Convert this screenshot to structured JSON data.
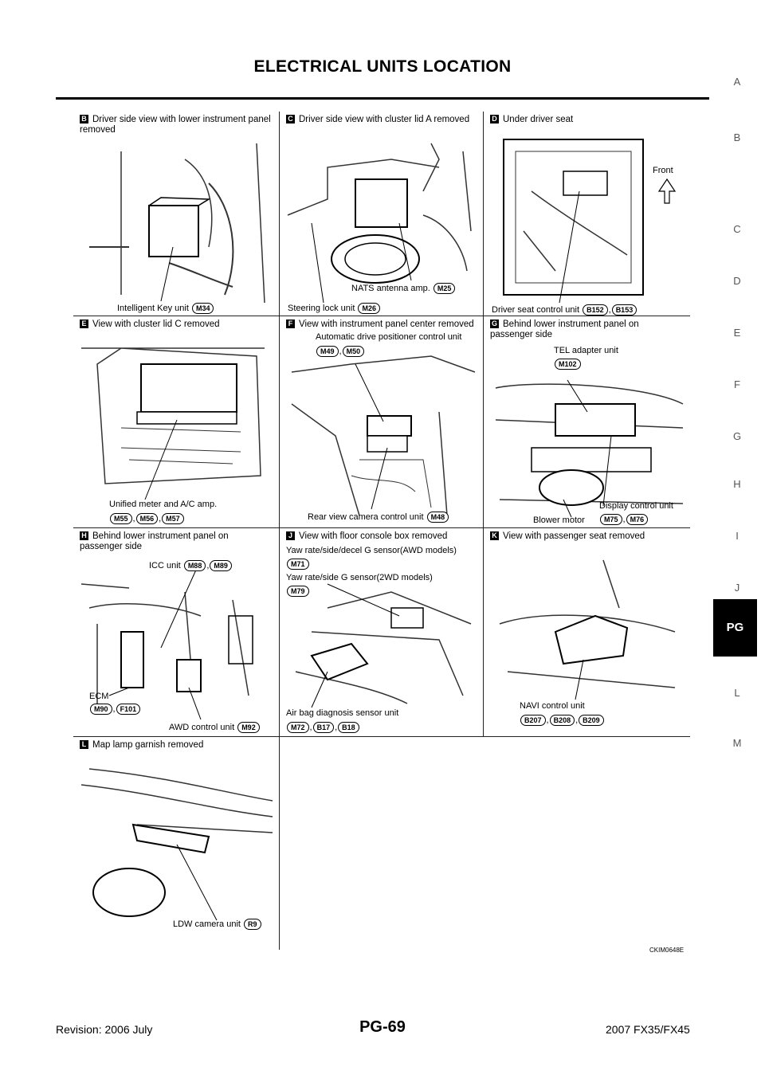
{
  "header": {
    "title": "ELECTRICAL UNITS LOCATION"
  },
  "side_tabs": [
    "A",
    "B",
    "C",
    "D",
    "E",
    "F",
    "G",
    "H",
    "I",
    "J",
    "PG",
    "L",
    "M"
  ],
  "active_tab": "PG",
  "panels": {
    "B": {
      "badge": "B",
      "title": "Driver side view with lower instrument panel removed",
      "labels": [
        {
          "text": "Intelligent Key unit",
          "conns": [
            "M34"
          ]
        }
      ]
    },
    "C": {
      "badge": "C",
      "title": "Driver side view with cluster lid A removed",
      "labels": [
        {
          "text": "NATS antenna amp.",
          "conns": [
            "M25"
          ]
        },
        {
          "text": "Steering lock unit",
          "conns": [
            "M26"
          ]
        }
      ]
    },
    "D": {
      "badge": "D",
      "title": "Under driver seat",
      "front": "Front",
      "labels": [
        {
          "text": "Driver seat control unit",
          "conns": [
            "B152",
            "B153"
          ]
        }
      ]
    },
    "E": {
      "badge": "E",
      "title": "View with cluster lid C removed",
      "labels": [
        {
          "text": "Unified meter and A/C amp.",
          "conns": [
            "M55",
            "M56",
            "M57"
          ]
        }
      ]
    },
    "F": {
      "badge": "F",
      "title": "View with instrument panel center removed",
      "labels": [
        {
          "text": "Automatic drive positioner control unit",
          "conns": [
            "M49",
            "M50"
          ]
        },
        {
          "text": "Rear view camera control unit",
          "conns": [
            "M48"
          ]
        }
      ]
    },
    "G": {
      "badge": "G",
      "title": "Behind lower instrument panel on passenger side",
      "labels": [
        {
          "text": "TEL adapter unit",
          "conns": [
            "M102"
          ]
        },
        {
          "text": "Display control unit",
          "conns": [
            "M75",
            "M76"
          ]
        },
        {
          "text": "Blower motor",
          "conns": []
        }
      ]
    },
    "H": {
      "badge": "H",
      "title": "Behind lower instrument panel on passenger side",
      "labels": [
        {
          "text": "ICC unit",
          "conns": [
            "M88",
            "M89"
          ]
        },
        {
          "text": "ECM",
          "conns": [
            "M90",
            "F101"
          ]
        },
        {
          "text": "AWD control unit",
          "conns": [
            "M92"
          ]
        }
      ]
    },
    "J": {
      "badge": "J",
      "title": "View with floor console box removed",
      "labels": [
        {
          "text": "Yaw rate/side/decel G sensor(AWD models)",
          "conns": [
            "M71"
          ]
        },
        {
          "text": "Yaw rate/side G sensor(2WD models)",
          "conns": [
            "M79"
          ]
        },
        {
          "text": "Air bag diagnosis sensor unit",
          "conns": [
            "M72",
            "B17",
            "B18"
          ]
        }
      ]
    },
    "K": {
      "badge": "K",
      "title": "View with passenger seat removed",
      "labels": [
        {
          "text": "NAVI control unit",
          "conns": [
            "B207",
            "B208",
            "B209"
          ]
        }
      ]
    },
    "L": {
      "badge": "L",
      "title": "Map lamp garnish removed",
      "labels": [
        {
          "text": "LDW camera unit",
          "conns": [
            "R9"
          ]
        }
      ]
    }
  },
  "figure_code": "CKIM0648E",
  "footer": {
    "revision": "Revision: 2006 July",
    "page": "PG-69",
    "model": "2007 FX35/FX45"
  }
}
